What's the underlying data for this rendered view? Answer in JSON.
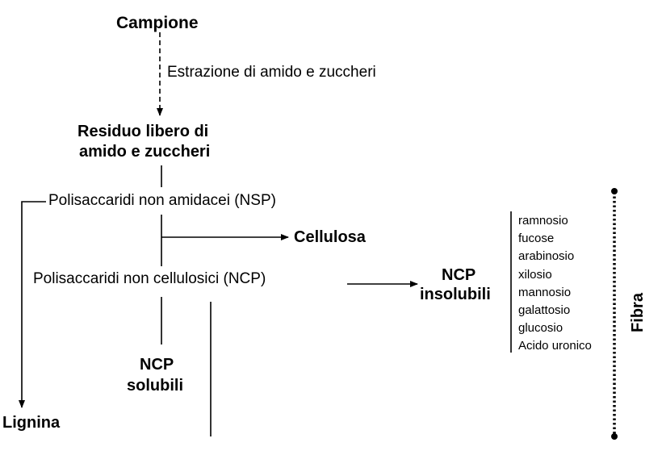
{
  "diagram": {
    "campione": "Campione",
    "estrazione": "Estrazione di amido e zuccheri",
    "residuo_line1": "Residuo libero di",
    "residuo_line2": "amido e zuccheri",
    "nsp": "Polisaccaridi non amidacei (NSP)",
    "cellulosa": "Cellulosa",
    "ncp": "Polisaccaridi non cellulosici (NCP)",
    "ncp_insolubili_line1": "NCP",
    "ncp_insolubili_line2": "insolubili",
    "ncp_solubili_line1": "NCP",
    "ncp_solubili_line2": "solubili",
    "lignina": "Lignina",
    "fibra": "Fibra",
    "sugars": [
      "ramnosio",
      "fucose",
      "arabinosio",
      "xilosio",
      "mannosio",
      "galattosio",
      "glucosio",
      "Acido uronico"
    ]
  }
}
